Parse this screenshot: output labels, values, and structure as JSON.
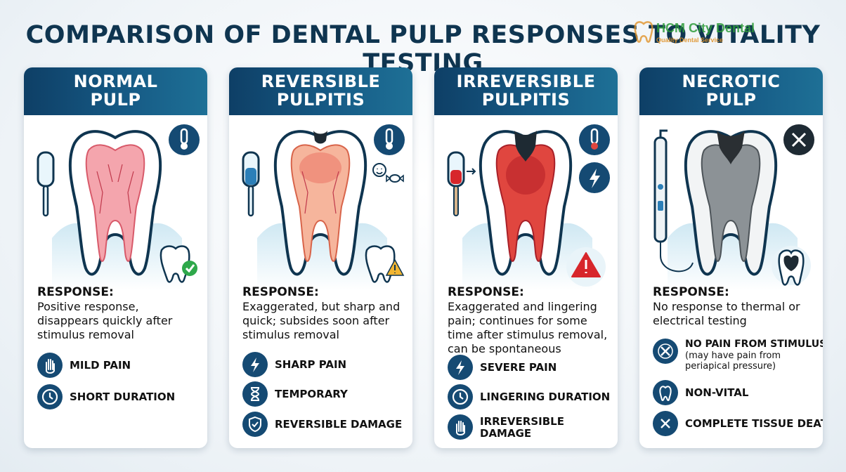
{
  "title": "COMPARISON OF DENTAL PULP RESPONSES TO VITALITY TESTING",
  "watermark": {
    "name": "HCM City Dental",
    "tagline": "Quality Dental Service"
  },
  "response_label": "RESPONSE:",
  "colors": {
    "header": "#165a85",
    "icon_bg": "#154a73",
    "alert": "#d7262b"
  },
  "cards": [
    {
      "title_line1": "NORMAL",
      "title_line2": "PULP",
      "response": "Positive response, disappears quickly after stimulus removal",
      "features": [
        {
          "icon": "hand-icon",
          "label": "MILD PAIN"
        },
        {
          "icon": "clock-icon",
          "label": "SHORT DURATION"
        }
      ]
    },
    {
      "title_line1": "REVERSIBLE",
      "title_line2": "PULPITIS",
      "response": "Exaggerated, but sharp and quick; subsides soon after stimulus removal",
      "features": [
        {
          "icon": "lightning-icon",
          "label": "SHARP PAIN"
        },
        {
          "icon": "hourglass-icon",
          "label": "TEMPORARY"
        },
        {
          "icon": "shield-check-icon",
          "label": "REVERSIBLE DAMAGE"
        }
      ]
    },
    {
      "title_line1": "IRREVERSIBLE",
      "title_line2": "PULPITIS",
      "response": "Exaggerated and lingering pain; continues for some time after stimulus removal, can be spontaneous",
      "features": [
        {
          "icon": "lightning-icon",
          "label": "SEVERE PAIN"
        },
        {
          "icon": "clock-icon",
          "label": "LINGERING DURATION"
        },
        {
          "icon": "hand-icon",
          "label": "IRREVERSIBLE DAMAGE"
        }
      ]
    },
    {
      "title_line1": "NECROTIC",
      "title_line2": "PULP",
      "response": "No response to thermal or electrical testing",
      "features": [
        {
          "icon": "x-icon",
          "label": "NO PAIN FROM STIMULUS",
          "sub": "(may have pain from periapical pressure)"
        },
        {
          "icon": "tooth-icon",
          "label": "NON-VITAL"
        },
        {
          "icon": "x-icon",
          "label": "COMPLETE TISSUE DEATH"
        }
      ]
    }
  ]
}
